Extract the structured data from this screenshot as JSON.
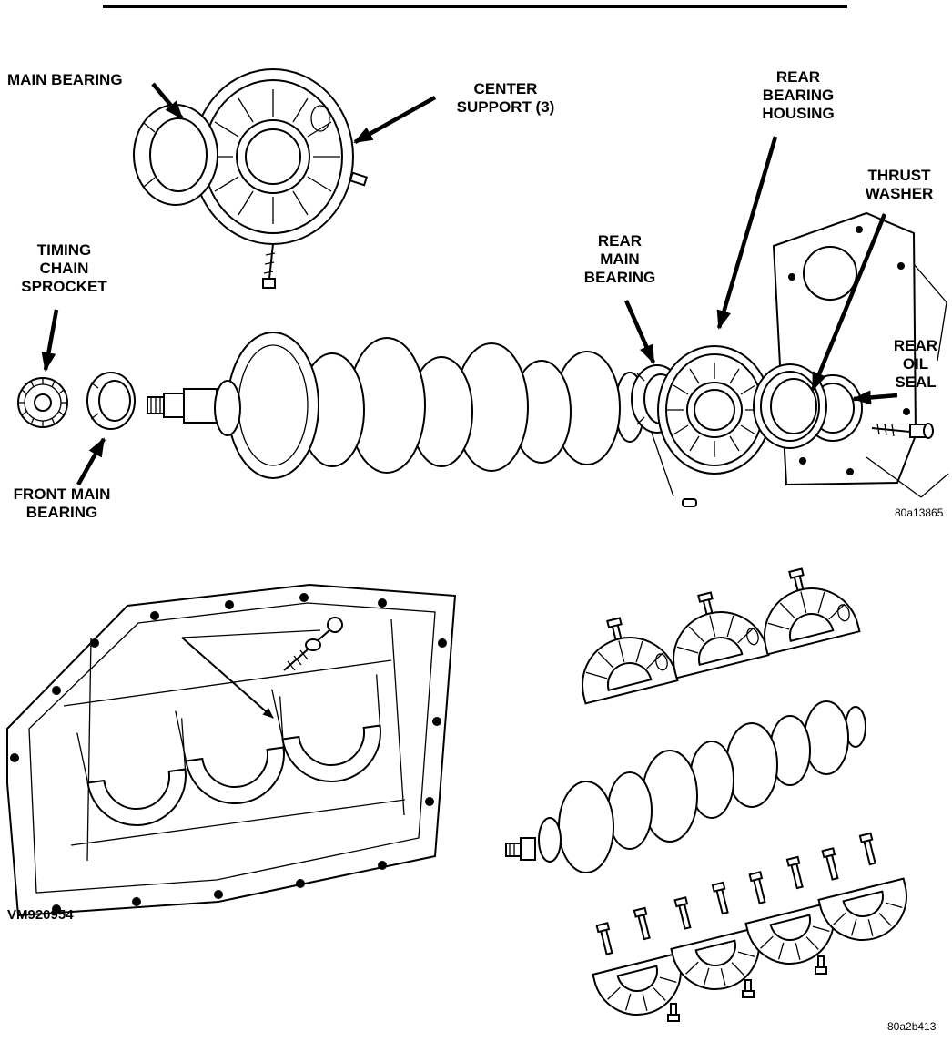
{
  "exploded_view": {
    "labels": {
      "main_bearing": "MAIN BEARING",
      "center_support": "CENTER\nSUPPORT (3)",
      "rear_bearing_housing": "REAR\nBEARING\nHOUSING",
      "thrust_washer": "THRUST\nWASHER",
      "timing_chain_sprocket": "TIMING\nCHAIN\nSPROCKET",
      "rear_main_bearing": "REAR\nMAIN\nBEARING",
      "rear_oil_seal": "REAR\nOIL\nSEAL",
      "front_main_bearing": "FRONT MAIN\nBEARING"
    },
    "figure_code": "80a13865"
  },
  "block_view": {
    "figure_code": "VM920954"
  },
  "caps_view": {
    "figure_code": "80a2b413"
  },
  "colors": {
    "ink": "#000000",
    "paper": "#ffffff"
  }
}
